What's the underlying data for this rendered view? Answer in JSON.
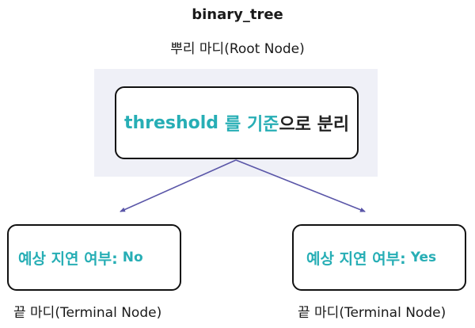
{
  "title": "binary_tree",
  "root": {
    "caption": "뿌리 마디(Root Node)",
    "text_keyword": "threshold",
    "text_criteria": "를 기준",
    "text_rest": "으로 분리"
  },
  "leaves": [
    {
      "condition": "예상 지연 여부:",
      "answer": "No",
      "caption": "끝 마디(Terminal Node)"
    },
    {
      "condition": "예상 지연 여부:",
      "answer": "Yes",
      "caption": "끝 마디(Terminal Node)"
    }
  ],
  "colors": {
    "accent": "#27aeb5",
    "edge": "#5a56a8",
    "highlight": "#eff0f7",
    "border": "#111111"
  }
}
